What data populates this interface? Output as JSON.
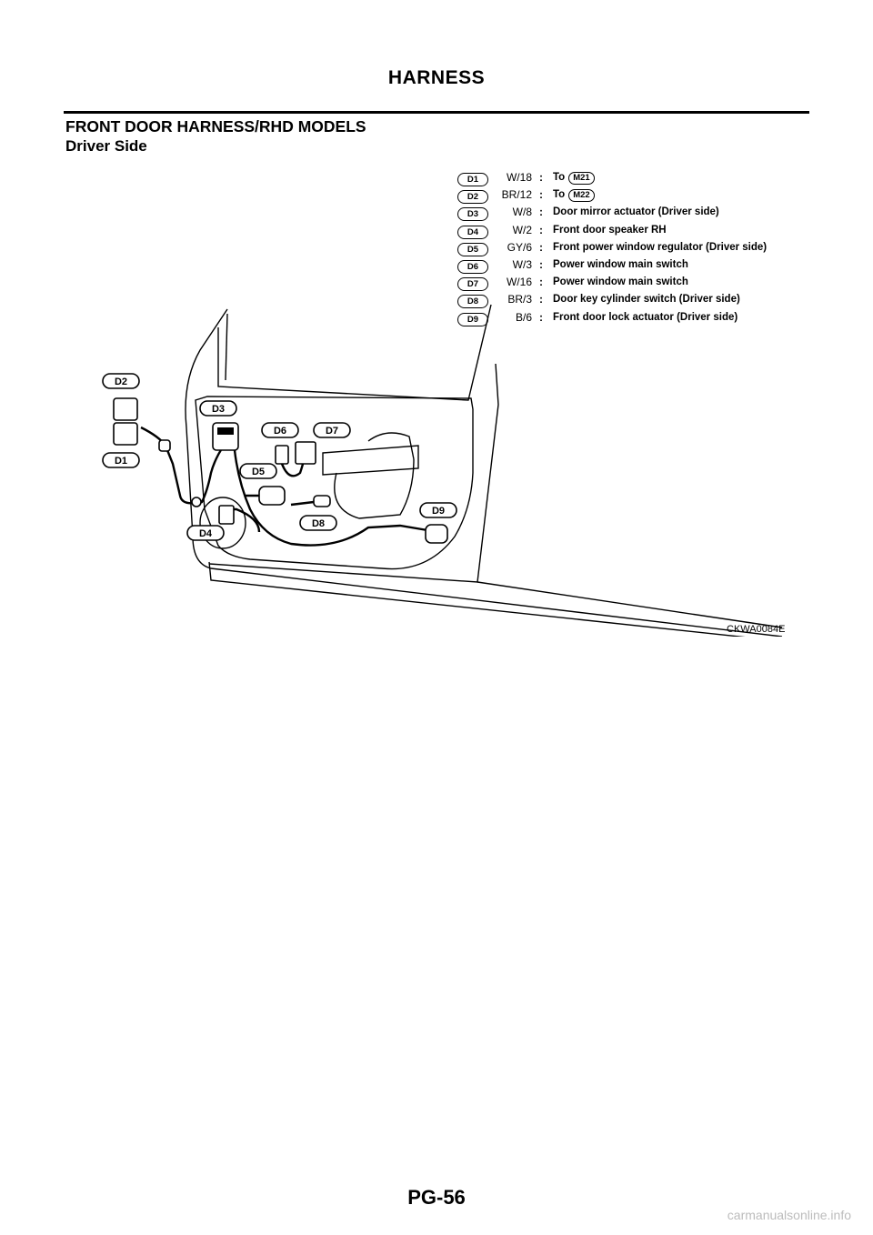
{
  "header": {
    "title": "HARNESS"
  },
  "section": {
    "title": "FRONT DOOR HARNESS/RHD MODELS",
    "subtitle": "Driver Side"
  },
  "legend": [
    {
      "code": "D1",
      "wire": "W/18",
      "sep": ":",
      "desc": "To",
      "ref": "M21"
    },
    {
      "code": "D2",
      "wire": "BR/12",
      "sep": ":",
      "desc": "To",
      "ref": "M22"
    },
    {
      "code": "D3",
      "wire": "W/8",
      "sep": ":",
      "desc": "Door mirror actuator (Driver side)"
    },
    {
      "code": "D4",
      "wire": "W/2",
      "sep": ":",
      "desc": "Front door speaker RH"
    },
    {
      "code": "D5",
      "wire": "GY/6",
      "sep": ":",
      "desc": "Front power window regulator (Driver side)"
    },
    {
      "code": "D6",
      "wire": "W/3",
      "sep": ":",
      "desc": "Power window main switch"
    },
    {
      "code": "D7",
      "wire": "W/16",
      "sep": ":",
      "desc": "Power window main switch"
    },
    {
      "code": "D8",
      "wire": "BR/3",
      "sep": ":",
      "desc": "Door key cylinder switch (Driver side)"
    },
    {
      "code": "D9",
      "wire": "B/6",
      "sep": ":",
      "desc": "Front door lock actuator (Driver side)"
    }
  ],
  "diagram_labels": {
    "d1": "D1",
    "d2": "D2",
    "d3": "D3",
    "d4": "D4",
    "d5": "D5",
    "d6": "D6",
    "d7": "D7",
    "d8": "D8",
    "d9": "D9"
  },
  "figure_code": "CKWA0084E",
  "page_number": "PG-56",
  "watermark": "carmanualsonline.info",
  "colors": {
    "ink": "#000000",
    "paper": "#ffffff",
    "watermark": "#bcbcbc"
  }
}
